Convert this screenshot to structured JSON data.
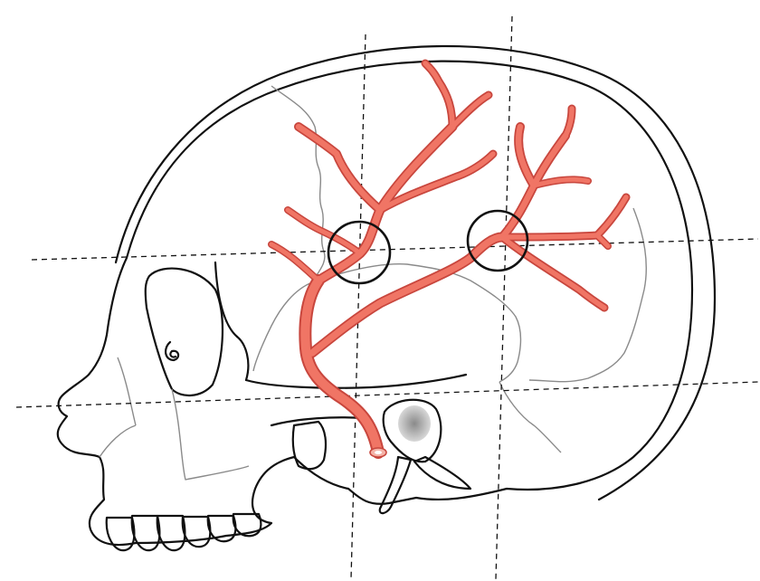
{
  "figure": {
    "subject": "skull-lateral-view-with-middle-meningeal-artery",
    "colors": {
      "artery": "#f07565",
      "artery_edge": "#c8463d",
      "skull_fill": "#f4f4f4",
      "outline": "#111111",
      "suture": "#8a8a8a"
    },
    "guide_line_count": 4,
    "marker_circle_count": 2
  }
}
